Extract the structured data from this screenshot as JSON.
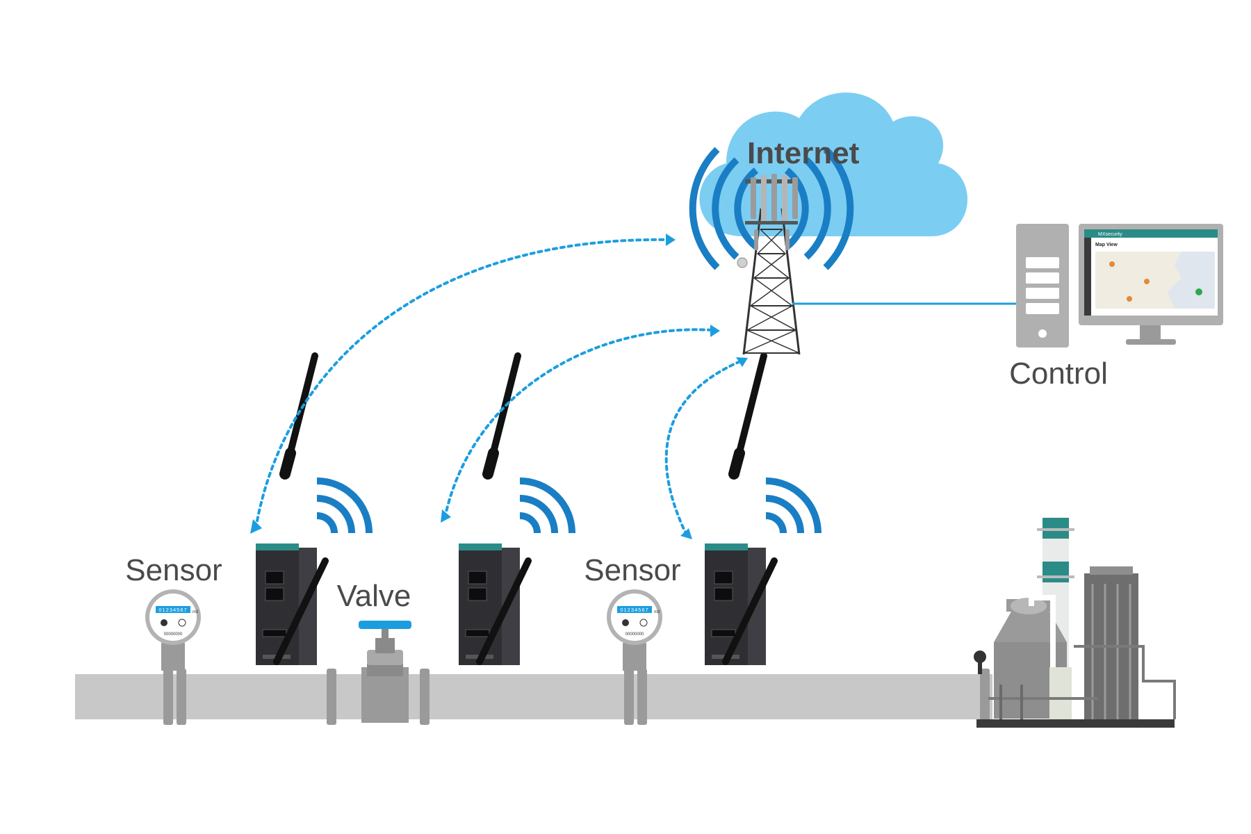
{
  "labels": {
    "internet": "Internet",
    "control": "Control",
    "sensor_left": "Sensor",
    "sensor_right": "Sensor",
    "valve": "Valve"
  },
  "meter": {
    "digits": "01234567",
    "unit": "m3",
    "serial": "00000000"
  },
  "monitor": {
    "app_title": "MXsecurity",
    "view_title": "Map View"
  },
  "colors": {
    "cloud": "#7ccdf2",
    "signal_blue": "#1a7ec4",
    "link_blue": "#1b9ee0",
    "pipe": "#c8c8c8",
    "device": "#2f2f33",
    "teal": "#2b8c87"
  },
  "icons": {
    "cloud": "cloud-icon",
    "tower": "cell-tower-icon",
    "computer": "computer-icon",
    "gateway": "cellular-gateway-icon",
    "meter": "meter-icon",
    "valve": "valve-icon",
    "plant": "plant-icon"
  }
}
